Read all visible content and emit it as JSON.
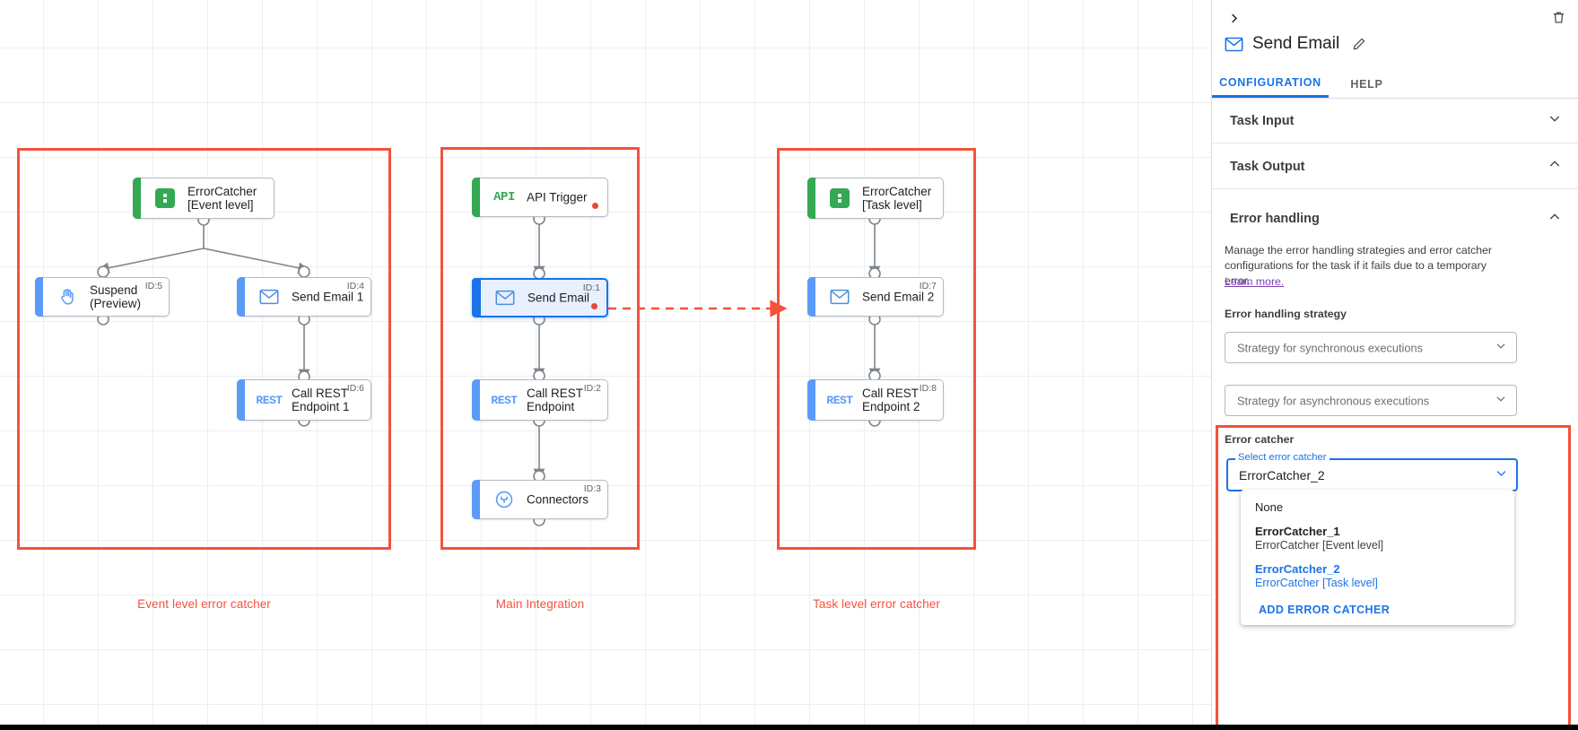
{
  "canvas": {
    "groups": [
      {
        "label": "Event level error catcher"
      },
      {
        "label": "Main Integration"
      },
      {
        "label": "Task level error catcher"
      }
    ],
    "nodes": {
      "error_catcher_event": {
        "label": "ErrorCatcher\n[Event level]",
        "icon": "error-catcher-icon",
        "id": ""
      },
      "suspend": {
        "label": "Suspend\n(Preview)",
        "icon": "hand-icon",
        "id": "ID:5"
      },
      "send_email_1": {
        "label": "Send Email 1",
        "icon": "email-icon",
        "id": "ID:4"
      },
      "call_rest_1": {
        "label": "Call REST\nEndpoint 1",
        "icon": "rest-icon",
        "id": "ID:6"
      },
      "api_trigger": {
        "label": "API Trigger",
        "icon": "api-icon",
        "id": ""
      },
      "send_email": {
        "label": "Send Email",
        "icon": "email-icon",
        "id": "ID:1"
      },
      "call_rest": {
        "label": "Call REST\nEndpoint",
        "icon": "rest-icon",
        "id": "ID:2"
      },
      "connectors": {
        "label": "Connectors",
        "icon": "connectors-icon",
        "id": "ID:3"
      },
      "error_catcher_task": {
        "label": "ErrorCatcher\n[Task level]",
        "icon": "error-catcher-icon",
        "id": ""
      },
      "send_email_2": {
        "label": "Send Email 2",
        "icon": "email-icon",
        "id": "ID:7"
      },
      "call_rest_2": {
        "label": "Call REST\nEndpoint 2",
        "icon": "rest-icon",
        "id": "ID:8"
      }
    },
    "icon_text": {
      "api": "API",
      "rest": "REST"
    }
  },
  "panel": {
    "collapse_icon": "chevron-right-icon",
    "delete_icon": "trash-icon",
    "title": "Send Email",
    "title_icon": "email-icon",
    "edit_icon": "pencil-icon",
    "tabs": [
      {
        "label": "CONFIGURATION",
        "active": true
      },
      {
        "label": "HELP",
        "active": false
      }
    ],
    "sections": [
      {
        "label": "Task Input",
        "expanded": false
      },
      {
        "label": "Task Output",
        "expanded": true
      },
      {
        "label": "Error handling",
        "expanded": true
      }
    ],
    "error_handling": {
      "description": "Manage the error handling strategies and error catcher configurations for the task if it fails due to a temporary error.",
      "learn_more": "Learn more.",
      "strategy_label": "Error handling strategy",
      "sync_placeholder": "Strategy for synchronous executions",
      "async_placeholder": "Strategy for asynchronous executions",
      "error_catcher_label": "Error catcher",
      "select_legend": "Select error catcher",
      "selected_value": "ErrorCatcher_2",
      "options": [
        {
          "name": "None",
          "sub": "",
          "selected": false
        },
        {
          "name": "ErrorCatcher_1",
          "sub": "ErrorCatcher [Event level]",
          "selected": false
        },
        {
          "name": "ErrorCatcher_2",
          "sub": "ErrorCatcher [Task level]",
          "selected": true
        }
      ],
      "add_error_catcher": "ADD ERROR CATCHER"
    }
  },
  "colors": {
    "accent_blue": "#1a73e8",
    "highlight_red": "#f4523b",
    "green": "#34a853",
    "node_blue": "#5b9bf8",
    "link_purple": "#7b3fb5",
    "error_dot": "#e8453c"
  }
}
